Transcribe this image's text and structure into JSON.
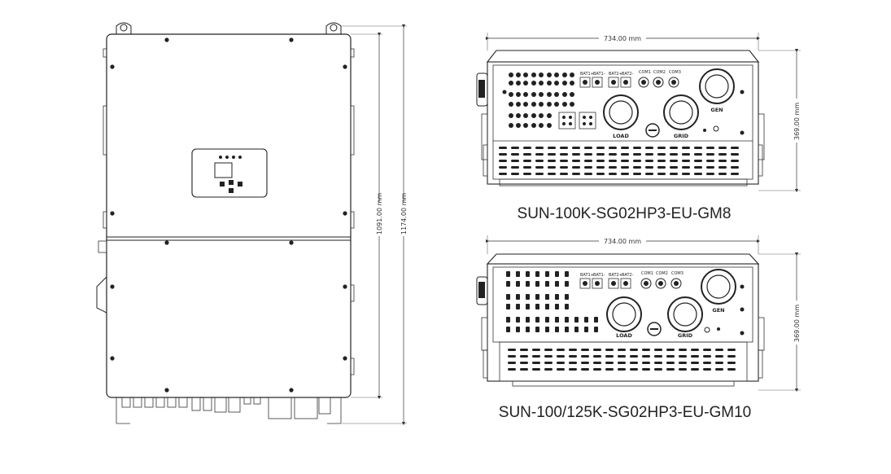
{
  "front_view": {
    "height_body": "1091.00 mm",
    "height_total": "1174.00 mm"
  },
  "view_gm8": {
    "width": "734.00 mm",
    "depth": "369.00 mm",
    "model_label": "SUN-100K-SG02HP3-EU-GM8",
    "ports": {
      "bat1": "BAT1+",
      "bat1n": "BAT1-",
      "bat2": "BAT2+",
      "bat2n": "BAT2-",
      "com1": "COM1",
      "com2": "COM2",
      "com3": "COM3",
      "load": "LOAD",
      "grid": "GRID",
      "gen": "GEN"
    }
  },
  "view_gm10": {
    "width": "734.00 mm",
    "depth": "369.00 mm",
    "model_label": "SUN-100/125K-SG02HP3-EU-GM10",
    "ports": {
      "bat1": "BAT1+",
      "bat1n": "BAT1-",
      "bat2": "BAT2+",
      "bat2n": "BAT2-",
      "com1": "COM1",
      "com2": "COM2",
      "com3": "COM3",
      "load": "LOAD",
      "grid": "GRID",
      "gen": "GEN"
    }
  }
}
